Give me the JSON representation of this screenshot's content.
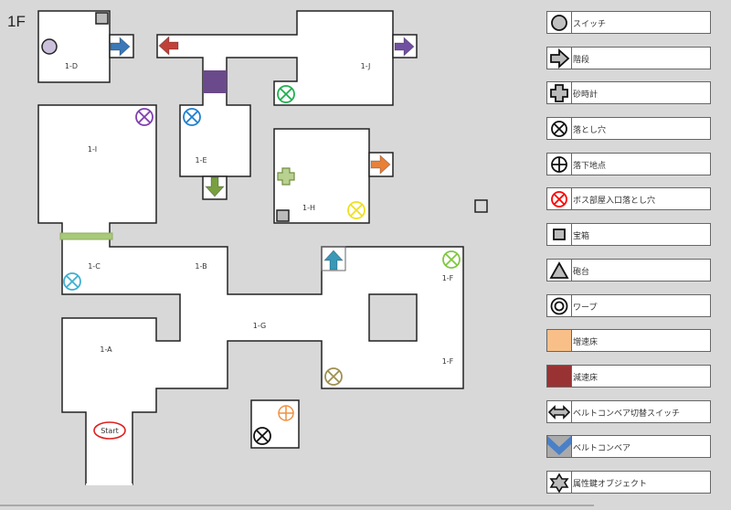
{
  "floor_label": "1F",
  "rooms": {
    "d": "1-D",
    "j": "1-J",
    "e": "1-E",
    "i": "1-I",
    "h": "1-H",
    "c": "1-C",
    "b": "1-B",
    "g": "1-G",
    "f1": "1-F",
    "f2": "1-F",
    "a": "1-A"
  },
  "start_label": "Start",
  "colors": {
    "background": "#d8d8d8",
    "room": "#ffffff",
    "wall": "#222222",
    "blue_arrow": "#3a78b8",
    "red_arrow": "#c0413a",
    "purple_arrow": "#7050a0",
    "green_arrow": "#78a040",
    "orange_arrow": "#e88038",
    "teal_arrow": "#3a98b8",
    "purple_block": "#6a4a8a",
    "green_bar": "#a8c87a"
  },
  "pits": [
    {
      "name": "purple-pit",
      "color": "#8040b0"
    },
    {
      "name": "blue-pit",
      "color": "#2080d0"
    },
    {
      "name": "green-pit",
      "color": "#20b050"
    },
    {
      "name": "yellow-pit",
      "color": "#f0e020"
    },
    {
      "name": "cyan-pit",
      "color": "#40b0d0"
    },
    {
      "name": "lime-pit",
      "color": "#80c840"
    },
    {
      "name": "olive-pit",
      "color": "#a09050"
    },
    {
      "name": "black-pit",
      "color": "#111111"
    }
  ],
  "legend": [
    {
      "icon": "switch-icon",
      "label": "スイッチ"
    },
    {
      "icon": "stairs-arrow-icon",
      "label": "階段"
    },
    {
      "icon": "hourglass-icon",
      "label": "砂時計"
    },
    {
      "icon": "pit-icon",
      "label": "落とし穴"
    },
    {
      "icon": "landing-point-icon",
      "label": "落下地点"
    },
    {
      "icon": "boss-pit-icon",
      "label": "ボス部屋入口落とし穴"
    },
    {
      "icon": "treasure-icon",
      "label": "宝箱"
    },
    {
      "icon": "cannon-icon",
      "label": "砲台"
    },
    {
      "icon": "warp-icon",
      "label": "ワープ"
    },
    {
      "icon": "speed-floor-icon",
      "label": "増速床"
    },
    {
      "icon": "slow-floor-icon",
      "label": "減速床"
    },
    {
      "icon": "conveyor-switch-icon",
      "label": "ベルトコンベア切替スイッチ"
    },
    {
      "icon": "conveyor-icon",
      "label": "ベルトコンベア"
    },
    {
      "icon": "element-key-icon",
      "label": "属性鍵オブジェクト"
    }
  ]
}
